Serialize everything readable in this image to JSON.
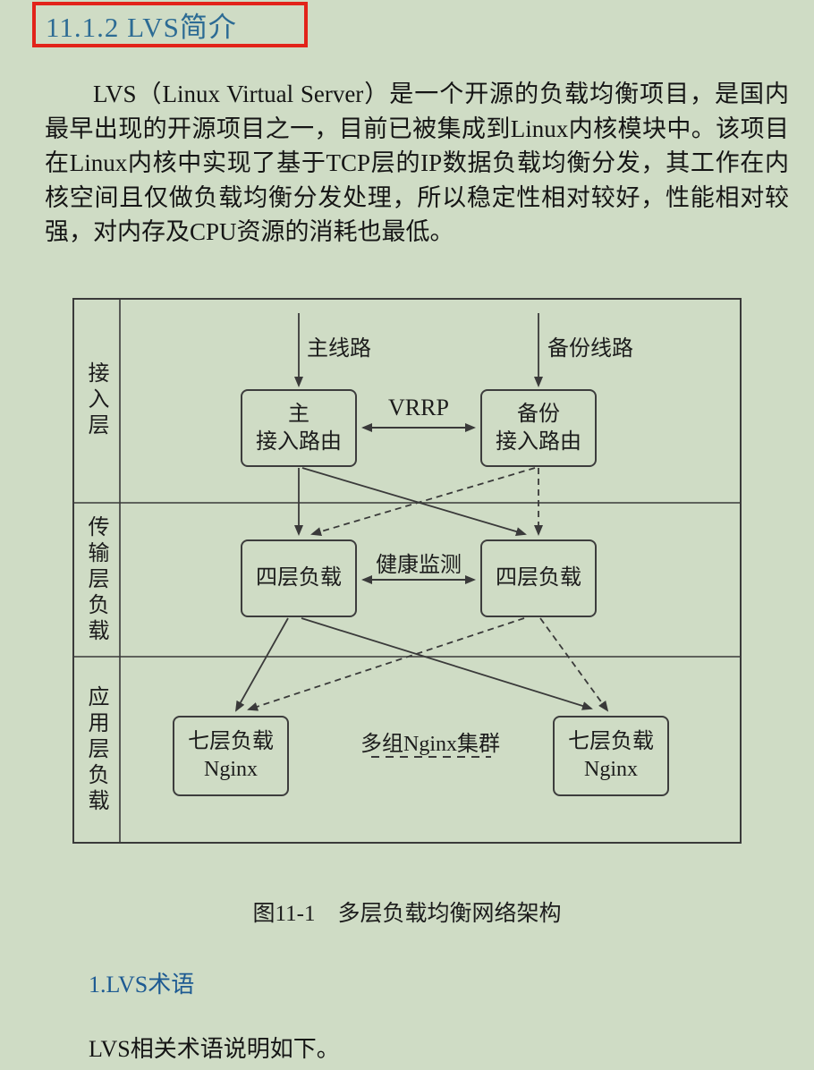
{
  "page": {
    "background_color": "#cfdcc5",
    "accent_red": "#e2231a",
    "title_blue": "#2c6b94",
    "subheading_blue": "#1d5a92"
  },
  "heading": {
    "title": "11.1.2  LVS简介"
  },
  "paragraph": {
    "text": "LVS（Linux Virtual Server）是一个开源的负载均衡项目，是国内最早出现的开源项目之一，目前已被集成到Linux内核模块中。该项目在Linux内核中实现了基于TCP层的IP数据负载均衡分发，其工作在内核空间且仅做负载均衡分发处理，所以稳定性相对较好，性能相对较强，对内存及CPU资源的消耗也最低。"
  },
  "diagram": {
    "layers": [
      {
        "label": "接入层"
      },
      {
        "label": "传输层负载"
      },
      {
        "label": "应用层负载"
      }
    ],
    "nodes": {
      "main_router": {
        "line1": "主",
        "line2": "接入路由"
      },
      "backup_router": {
        "line1": "备份",
        "line2": "接入路由"
      },
      "l4_left": {
        "label": "四层负载"
      },
      "l4_right": {
        "label": "四层负载"
      },
      "l7_left": {
        "line1": "七层负载",
        "line2": "Nginx"
      },
      "l7_right": {
        "line1": "七层负载",
        "line2": "Nginx"
      }
    },
    "labels": {
      "main_line": "主线路",
      "backup_line": "备份线路",
      "vrrp": "VRRP",
      "health_check": "健康监测",
      "nginx_cluster": "多组Nginx集群"
    }
  },
  "figure": {
    "caption": "图11-1　多层负载均衡网络架构"
  },
  "subheading": {
    "text": "1.LVS术语"
  },
  "closing": {
    "text": "LVS相关术语说明如下。"
  }
}
